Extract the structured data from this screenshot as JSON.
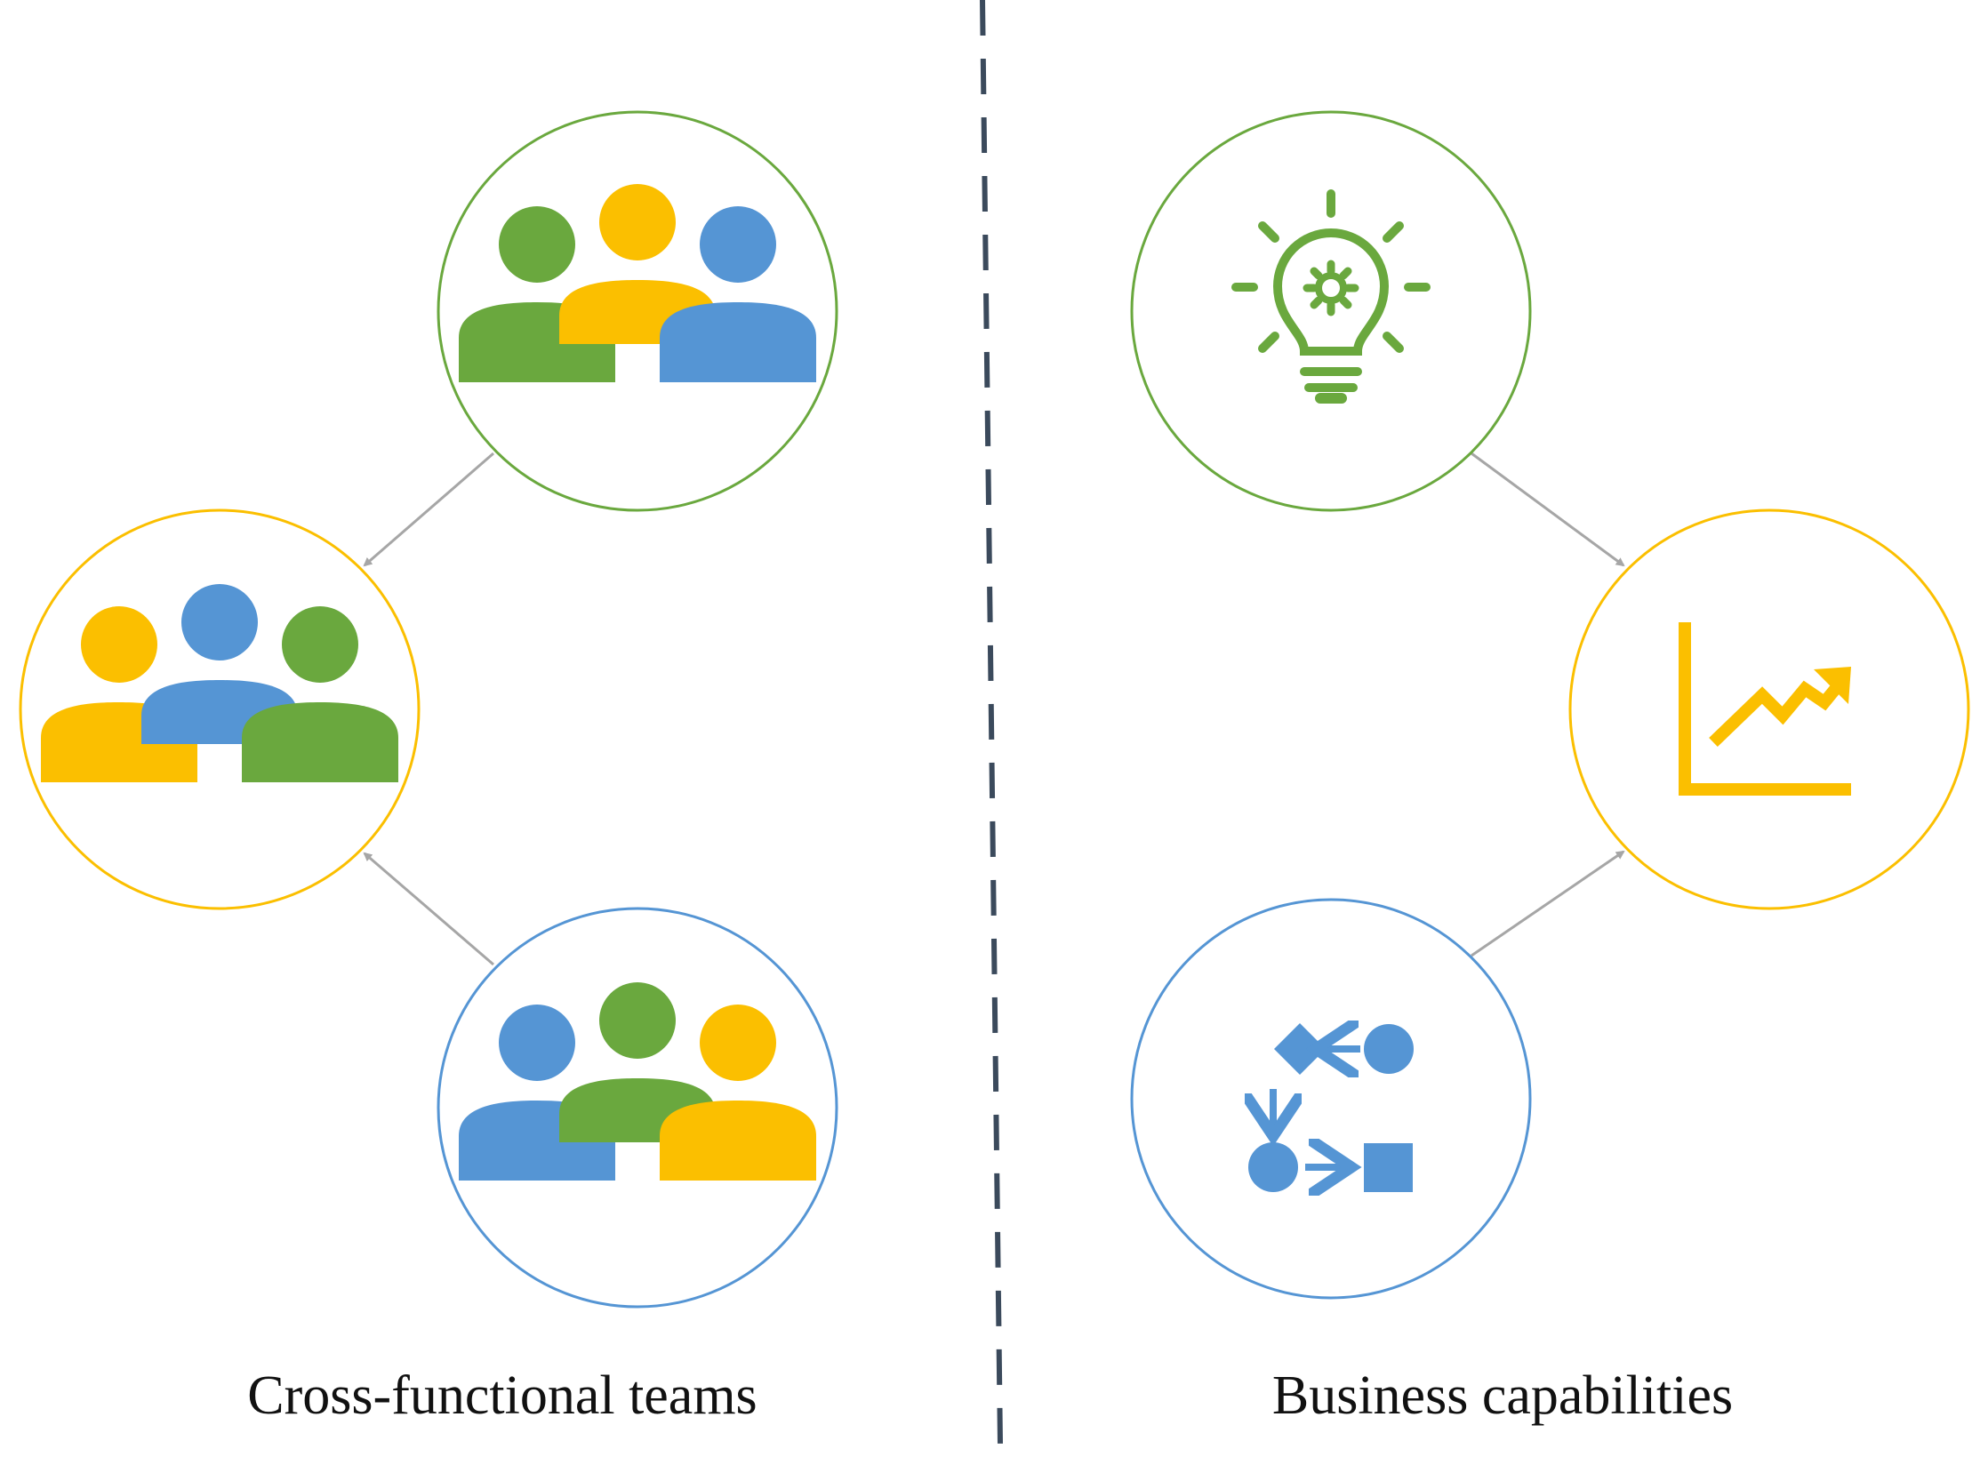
{
  "captions": {
    "left": "Cross-functional teams",
    "right": "Business capabilities"
  },
  "colors": {
    "green": "#6aa83e",
    "yellow": "#fbbf00",
    "blue": "#5595d4",
    "arrow": "#a6a6a6",
    "divider": "#3b4a5c"
  },
  "nodes": [
    {
      "id": "team-green",
      "group": "teams",
      "ring": "green",
      "icon": "group-of-people-icon",
      "people": [
        "green",
        "yellow",
        "blue"
      ]
    },
    {
      "id": "team-yellow",
      "group": "teams",
      "ring": "yellow",
      "icon": "group-of-people-icon",
      "people": [
        "yellow",
        "blue",
        "green"
      ]
    },
    {
      "id": "team-blue",
      "group": "teams",
      "ring": "blue",
      "icon": "group-of-people-icon",
      "people": [
        "blue",
        "green",
        "yellow"
      ]
    },
    {
      "id": "cap-idea",
      "group": "capabilities",
      "ring": "green",
      "icon": "lightbulb-gear-icon"
    },
    {
      "id": "cap-growth",
      "group": "capabilities",
      "ring": "yellow",
      "icon": "growth-chart-icon"
    },
    {
      "id": "cap-process",
      "group": "capabilities",
      "ring": "blue",
      "icon": "process-flow-icon"
    }
  ],
  "edges": [
    {
      "from": "team-green",
      "to": "team-yellow"
    },
    {
      "from": "team-blue",
      "to": "team-yellow"
    },
    {
      "from": "cap-idea",
      "to": "cap-growth"
    },
    {
      "from": "cap-process",
      "to": "cap-growth"
    }
  ]
}
